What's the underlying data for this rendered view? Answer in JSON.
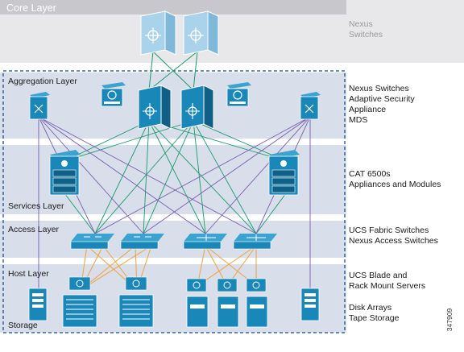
{
  "layers": {
    "core": "Core Layer",
    "aggregation": "Aggregation Layer",
    "services": "Services Layer",
    "access": "Access Layer",
    "host": "Host Layer",
    "storage": "Storage"
  },
  "side_labels": {
    "core": [
      "Nexus",
      "Switches"
    ],
    "aggregation": [
      "Nexus Switches",
      "Adaptive Security",
      "Appliance",
      "MDS"
    ],
    "services": [
      "CAT 6500s",
      "Appliances and Modules"
    ],
    "access": [
      "UCS Fabric Switches",
      "Nexus Access Switches"
    ],
    "host": [
      "UCS Blade and",
      "Rack Mount Servers"
    ],
    "storage": [
      "Disk Arrays",
      "Tape Storage"
    ]
  },
  "figure_id": "347909",
  "colors": {
    "core_band": "#e8e8ea",
    "core_title_bg": "#c9c9cc",
    "layer_band": "#dde2ec",
    "band_gap": "#f2f3f6",
    "device_blue": "#1a87b9",
    "device_dark": "#0f5f86",
    "core_device": "#a9d3ea",
    "link_green": "#1a9a6b",
    "link_purple": "#7a5fb0",
    "link_orange": "#f2a23c",
    "dashed_border": "#1b4f8a"
  }
}
